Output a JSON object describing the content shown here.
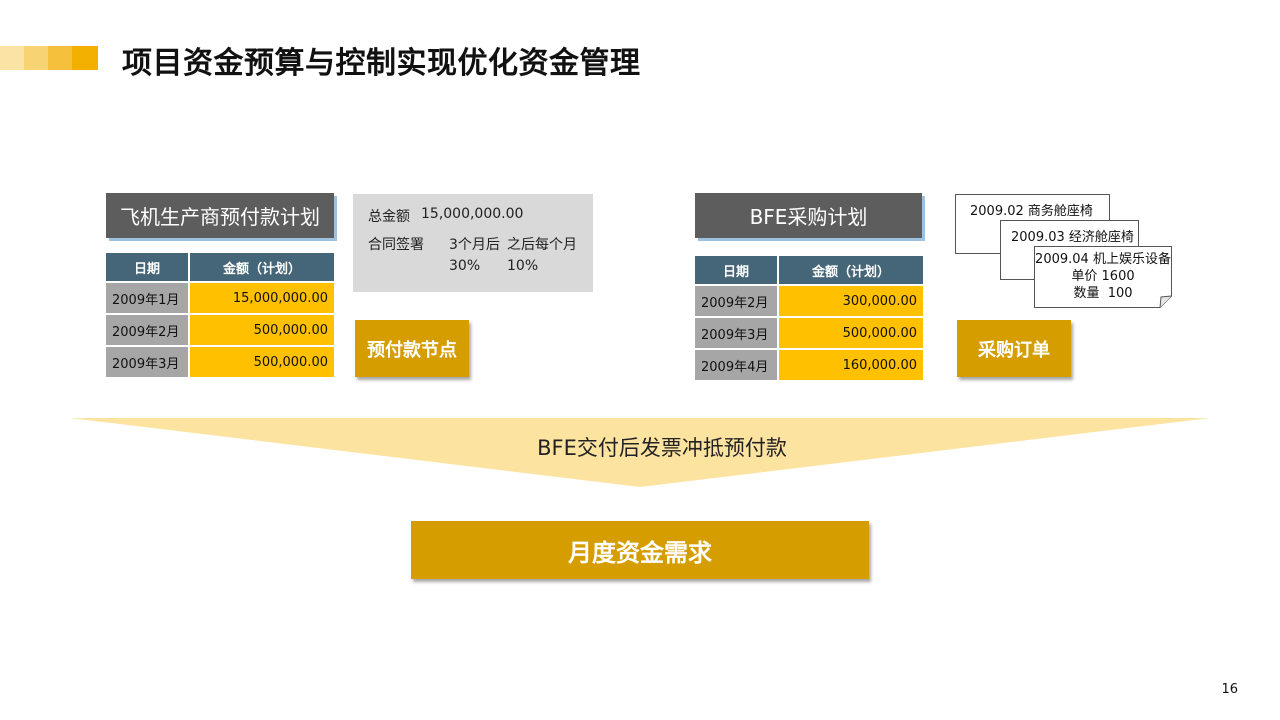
{
  "slide": {
    "title": "项目资金预算与控制实现优化资金管理",
    "page_number": "16",
    "accent_bar_colors": [
      "#fbe3a6",
      "#f8d374",
      "#f5c03c",
      "#f4b000"
    ]
  },
  "aircraft_plan": {
    "title": "飞机生产商预付款计划",
    "headers": [
      "日期",
      "金额（计划）"
    ],
    "rows": [
      {
        "date": "2009年1月",
        "amount": "15,000,000.00"
      },
      {
        "date": "2009年2月",
        "amount": "500,000.00"
      },
      {
        "date": "2009年3月",
        "amount": "500,000.00"
      }
    ]
  },
  "prepay_info": {
    "total_label": "总金额",
    "total_value": "15,000,000.00",
    "sign_label": "合同签署",
    "after3_label": "3个月后",
    "each_month_label": "之后每个月",
    "pct1": "30%",
    "pct2": "10%"
  },
  "prepay_node_button": "预付款节点",
  "bfe_plan": {
    "title": "BFE采购计划",
    "headers": [
      "日期",
      "金额（计划）"
    ],
    "rows": [
      {
        "date": "2009年2月",
        "amount": "300,000.00"
      },
      {
        "date": "2009年3月",
        "amount": "500,000.00"
      },
      {
        "date": "2009年4月",
        "amount": "160,000.00"
      }
    ]
  },
  "orders": {
    "doc1": "2009.02 商务舱座椅",
    "doc2": "2009.03 经济舱座椅",
    "doc3_line1": "2009.04 机上娱乐设备",
    "doc3_line2": "单价 1600",
    "doc3_line3": "数量  100"
  },
  "purchase_order_button": "采购订单",
  "funnel_text": "BFE交付后发票冲抵预付款",
  "monthly_demand": "月度资金需求",
  "colors": {
    "gold": "#d69d00",
    "yellow_cell": "#ffc000",
    "header_blue": "#456678",
    "gray_cell": "#a6a6a6",
    "dark_title": "#5d5d5d",
    "funnel": "#fde3a0"
  }
}
